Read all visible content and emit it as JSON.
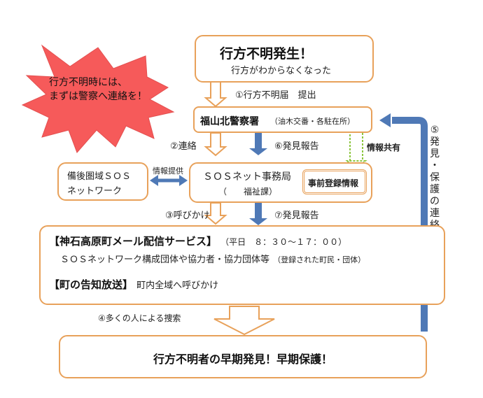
{
  "burst": {
    "line1": "行方不明時には、",
    "line2": "まずは警察へ連絡を！"
  },
  "top_box": {
    "title": "行方不明発生！",
    "subtitle": "行方がわからなくなった"
  },
  "step1": "①行方不明届　提出",
  "police": {
    "name": "福山北警察署",
    "detail": "（油木交番・各駐在所）"
  },
  "step2": "②連絡",
  "step6": "⑥発見報告",
  "info_share": "情報共有",
  "step5": [
    "⑤",
    "発",
    "見",
    "・",
    "保",
    "護",
    "の",
    "連",
    "絡"
  ],
  "bingo": {
    "line1": "備後圏域ＳＯＳ",
    "line2": "ネットワーク"
  },
  "info_provide": "情報提供",
  "sos_office": {
    "name": "ＳＯＳネット事務局",
    "dept": "（　　福祉課）"
  },
  "pre_registration": "事前登録情報",
  "step3": "③呼びかけ",
  "step7": "⑦発見報告",
  "broadcast": {
    "mail_title": "【神石高原町メール配信サービス】",
    "mail_hours": "（平日　８：３０〜１７：００）",
    "mail_members_main": "ＳＯＳネットワーク構成団体や協力者・協力団体等",
    "mail_members_note": "（登録された町民・団体）",
    "notice_title": "【町の告知放送】",
    "notice_desc": "町内全域へ呼びかけ"
  },
  "step4": "④多くの人による捜索",
  "result": "行方不明者の早期発見！早期保護！",
  "colors": {
    "orange": "#e8a15a",
    "blue": "#4f79b6",
    "burst_fill": "#f65a5a",
    "green": "#8dc63f"
  }
}
